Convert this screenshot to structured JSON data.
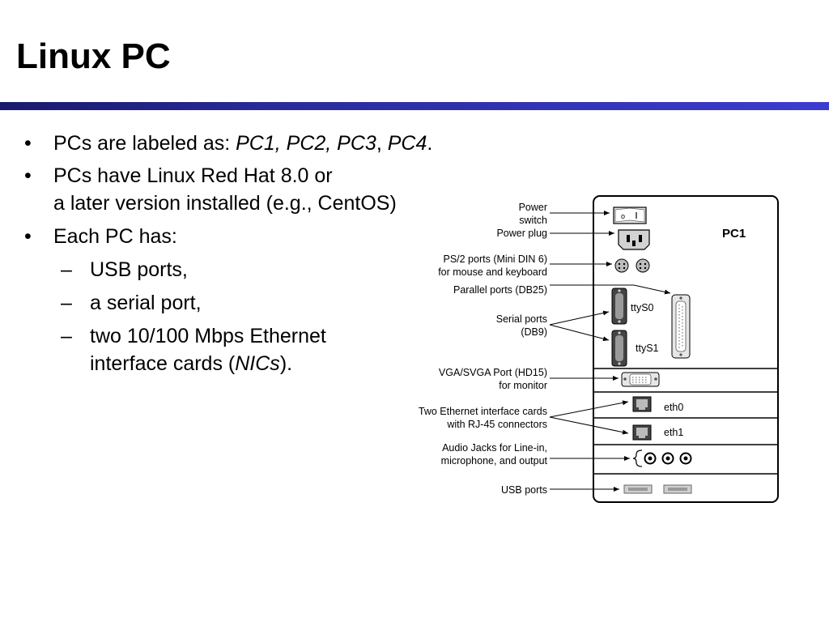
{
  "slide": {
    "title": "Linux PC"
  },
  "bullets": {
    "b1_prefix": "PCs  are labeled as: ",
    "b1_italic": "PC1, PC2, PC3",
    "b1_comma": ", ",
    "b1_italic2": "PC4",
    "b1_end": ".",
    "b2_line1": "PCs have Linux Red Hat 8.0 or",
    "b2_line2": "a later version installed (e.g., CentOS)",
    "b3": "Each PC has:",
    "sub1": "USB ports,",
    "sub2": "a serial port,",
    "sub3_line1": "two 10/100 Mbps Ethernet",
    "sub3_line2_pre": "interface cards (",
    "sub3_line2_italic": "NICs",
    "sub3_line2_post": ").",
    "bullet_symbol": "•",
    "dash_symbol": "–"
  },
  "diagram": {
    "pc_label": "PC1",
    "labels": {
      "power_switch_1": "Power",
      "power_switch_2": "switch",
      "power_plug": "Power plug",
      "ps2_1": "PS/2 ports (Mini DIN 6)",
      "ps2_2": "for mouse and keyboard",
      "parallel": "Parallel ports (DB25)",
      "serial_1": "Serial ports",
      "serial_2": "(DB9)",
      "vga_1": "VGA/SVGA Port (HD15)",
      "vga_2": "for monitor",
      "eth_1": "Two Ethernet interface cards",
      "eth_2": "with RJ-45 connectors",
      "audio_1": "Audio Jacks for Line-in,",
      "audio_2": "microphone, and output",
      "usb": "USB ports"
    },
    "tags": {
      "ttys0": "ttyS0",
      "ttys1": "ttyS1",
      "eth0": "eth0",
      "eth1": "eth1"
    },
    "icons": {
      "power_switch": "rocker-switch-icon",
      "power_plug": "iec-power-socket-icon",
      "ps2": "ps2-port-icon",
      "serial": "db9-port-icon",
      "parallel": "db25-port-icon",
      "vga": "hd15-port-icon",
      "ethernet": "rj45-port-icon",
      "audio": "audio-jack-icon",
      "usb": "usb-port-icon"
    }
  }
}
